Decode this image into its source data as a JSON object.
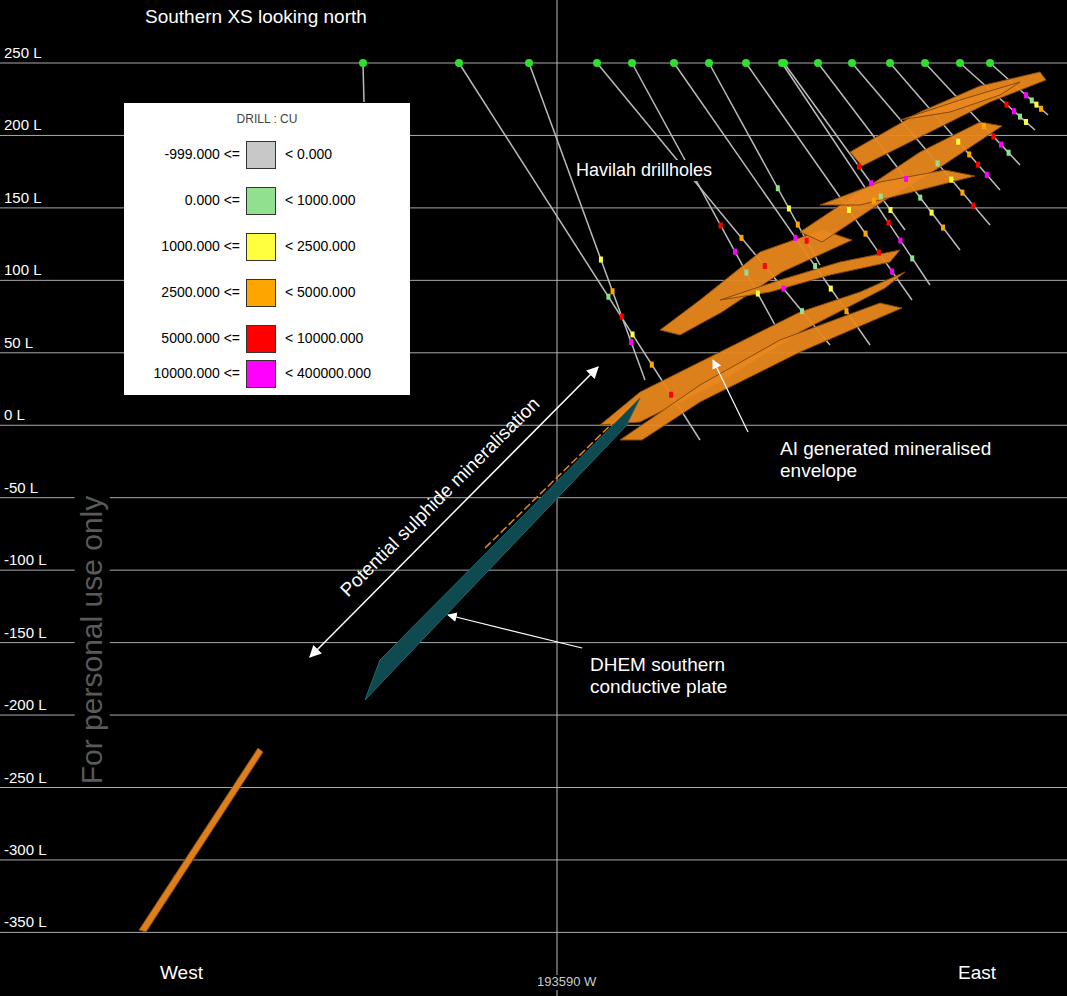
{
  "diagram": {
    "title": "Southern XS looking north",
    "labels": [
      "250 L",
      "200 L",
      "150 L",
      "100 L",
      "50 L",
      "0 L",
      "-50 L",
      "-100 L",
      "-150 L",
      "-200 L",
      "-250 L",
      "-300 L",
      "-350 L",
      "DRILL : CU",
      "< 0.000",
      "< 1000.000",
      "< 2500.000",
      "< 5000.000",
      "< 10000.000",
      "< 400000.000",
      "Havilah drillholes",
      "AI generated mineralised envelope",
      "Potential sulphide mineralisation",
      "DHEM southern conductive plate",
      "West",
      "East",
      "193590 W",
      "For personal use only"
    ],
    "legend": [
      {
        "text": "-999.000 <=",
        "color": "#c8c8c8"
      },
      {
        "text": "0.000 <=",
        "color": "#90e090"
      },
      {
        "text": "1000.000 <=",
        "color": "#ffff40"
      },
      {
        "text": "2500.000 <=",
        "color": "#ffa500"
      },
      {
        "text": "5000.000 <=",
        "color": "#ff0000"
      },
      {
        "text": "10000.000 <=",
        "color": "#ff00ff"
      }
    ]
  }
}
